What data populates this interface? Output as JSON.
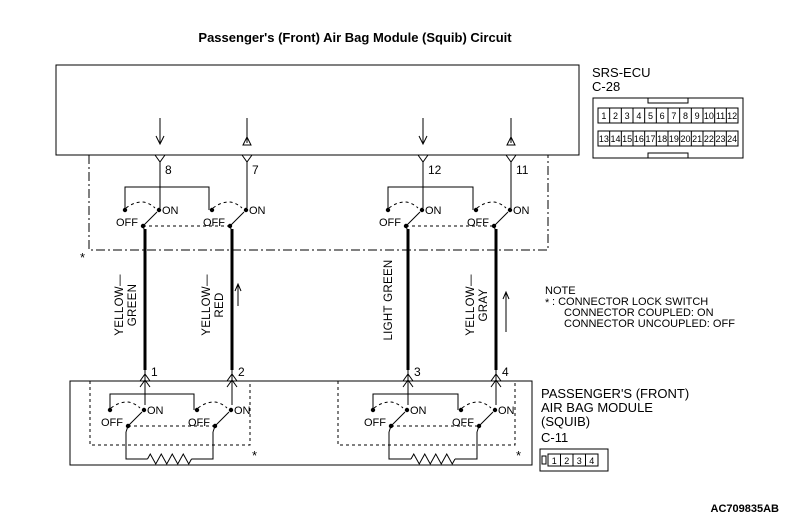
{
  "title": "Passenger's (Front) Air Bag Module (Squib) Circuit",
  "ecu": {
    "name": "SRS-ECU",
    "connector": "C-28",
    "connector_pins_top": [
      "1",
      "2",
      "3",
      "4",
      "5",
      "6",
      "7",
      "8",
      "9",
      "10",
      "11",
      "12"
    ],
    "connector_pins_bottom": [
      "13",
      "14",
      "15",
      "16",
      "17",
      "18",
      "19",
      "20",
      "21",
      "22",
      "23",
      "24"
    ]
  },
  "ecu_pins": [
    "8",
    "7",
    "12",
    "11"
  ],
  "module_pins": [
    "1",
    "2",
    "3",
    "4"
  ],
  "switch": {
    "off": "OFF",
    "on": "ON"
  },
  "wires": [
    "YELLOW-GREEN",
    "YELLOW-RED",
    "LIGHT GREEN",
    "YELLOW-GRAY"
  ],
  "wire_lines": [
    [
      "YELLOW—",
      "GREEN"
    ],
    [
      "YELLOW—",
      "RED"
    ],
    [
      "LIGHT GREEN"
    ],
    [
      "YELLOW—",
      "GRAY"
    ]
  ],
  "asterisk": "*",
  "note": {
    "heading": "NOTE",
    "marker": "*",
    "lines": [
      ": CONNECTOR LOCK SWITCH",
      "CONNECTOR COUPLED: ON",
      "CONNECTOR UNCOUPLED: OFF"
    ]
  },
  "module": {
    "lines": [
      "PASSENGER'S (FRONT)",
      "AIR BAG MODULE",
      "(SQUIB)"
    ],
    "connector": "C-11",
    "connector_pins": [
      "1",
      "2",
      "3",
      "4"
    ]
  },
  "figure_id": "AC709835AB"
}
